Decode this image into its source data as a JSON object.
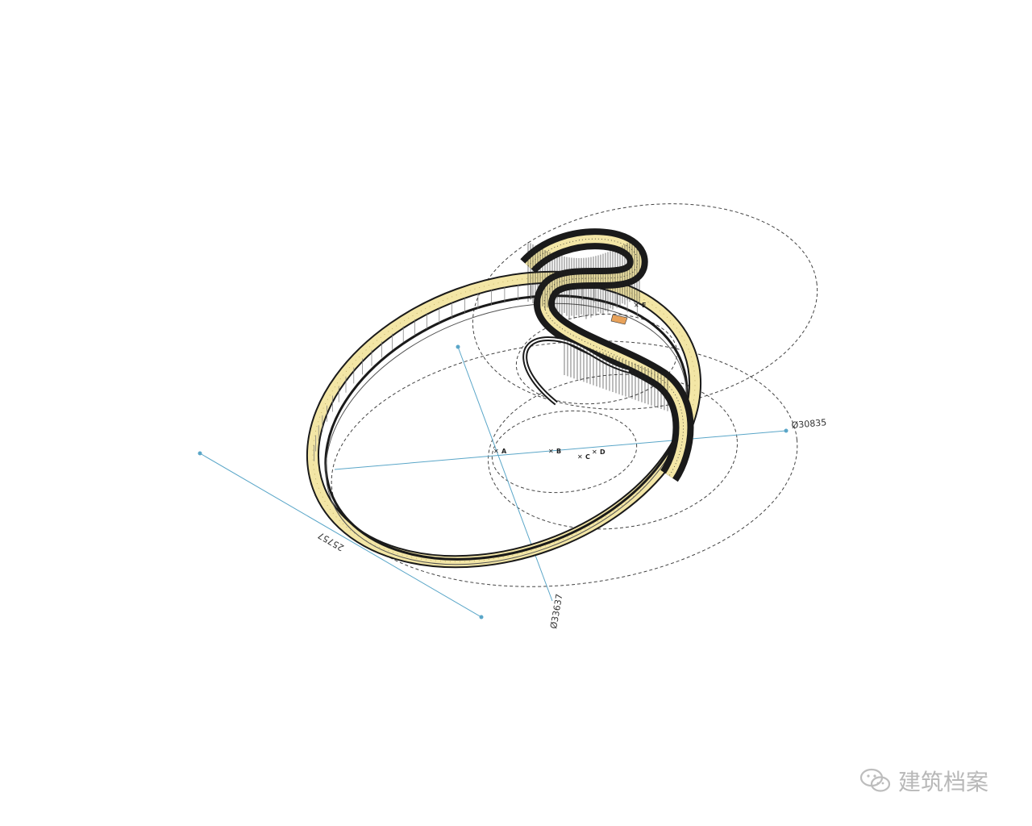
{
  "dimensions": {
    "d1": "Ø30835",
    "d2": "Ø33637",
    "d3": "25757"
  },
  "section_marks": [
    "A",
    "B",
    "C",
    "D",
    "E"
  ],
  "watermark": {
    "text": "建筑档案",
    "icon": "wechat-icon"
  },
  "colors": {
    "deck": "#f3e6a6",
    "outline": "#1a1a1a",
    "dim_line": "#5aa6c8",
    "dashed": "#444444"
  }
}
